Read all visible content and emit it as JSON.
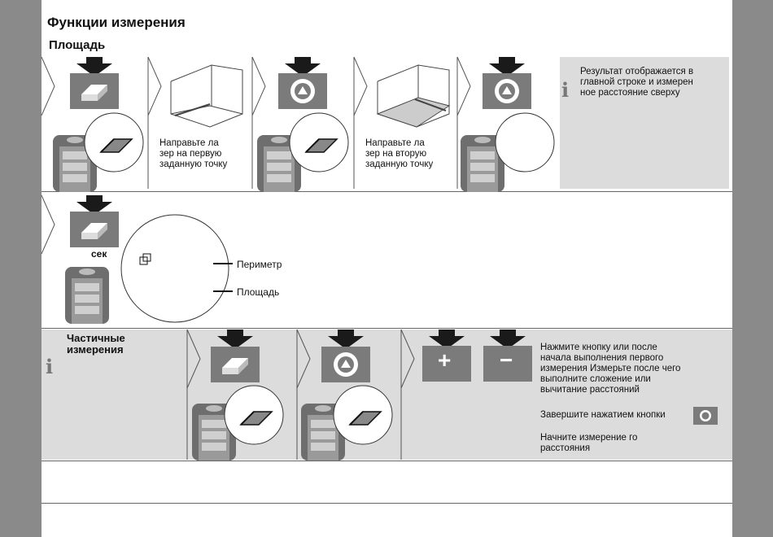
{
  "page_title": "Функции измерения",
  "section_title": "Площадь",
  "row1": {
    "step2_text": [
      "Направьте ла",
      "зер на первую",
      "заданную точку"
    ],
    "step4_text": [
      "Направьте ла",
      "зер на вторую",
      "заданную точку"
    ],
    "info_text": [
      "Результат отображается в",
      "главной строке  и измерен",
      "ное расстояние   сверху"
    ]
  },
  "row2": {
    "sec_label": "сек",
    "perimeter_label": "Периметр",
    "area_label": "Площадь"
  },
  "row3": {
    "title": [
      "Частичные",
      "измерения"
    ],
    "instr1": [
      "Нажмите кнопку    или   после",
      "начала выполнения первого",
      "измерения  Измерьте  после чего",
      "выполните сложение или",
      "вычитание расстояний"
    ],
    "instr2": "Завершите нажатием кнопки",
    "instr3": [
      "Начните измерение    го",
      "расстояния"
    ]
  },
  "icons": {
    "info": "i",
    "plus": "+",
    "minus": "−"
  },
  "colors": {
    "sidebar": "#8a8a8a",
    "panel_gray": "#dcdcdc",
    "icon_box": "#7b7b7b",
    "arrow": "#1a1a1a"
  }
}
